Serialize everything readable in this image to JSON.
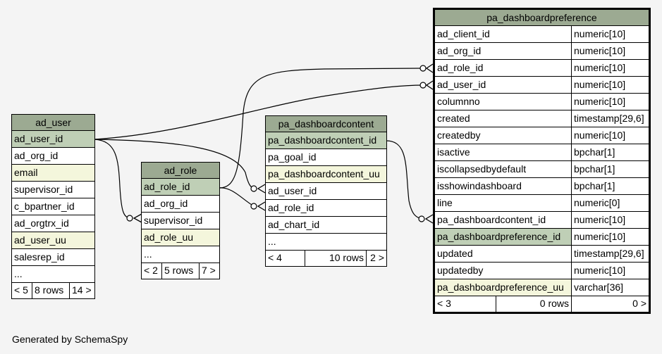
{
  "footer_text": "Generated by SchemaSpy",
  "ad_user": {
    "title": "ad_user",
    "rows": [
      "ad_user_id",
      "ad_org_id",
      "email",
      "supervisor_id",
      "c_bpartner_id",
      "ad_orgtrx_id",
      "ad_user_uu",
      "salesrep_id",
      "..."
    ],
    "foot": [
      "< 5",
      "8 rows",
      "14 >"
    ]
  },
  "ad_role": {
    "title": "ad_role",
    "rows": [
      "ad_role_id",
      "ad_org_id",
      "supervisor_id",
      "ad_role_uu",
      "..."
    ],
    "foot": [
      "< 2",
      "5 rows",
      "7 >"
    ]
  },
  "pa_dashboardcontent": {
    "title": "pa_dashboardcontent",
    "rows": [
      "pa_dashboardcontent_id",
      "pa_goal_id",
      "pa_dashboardcontent_uu",
      "ad_user_id",
      "ad_role_id",
      "ad_chart_id",
      "..."
    ],
    "foot": [
      "< 4",
      "10 rows",
      "2 >"
    ]
  },
  "pa_dashboardpreference": {
    "title": "pa_dashboardpreference",
    "rows": [
      {
        "name": "ad_client_id",
        "type": "numeric[10]"
      },
      {
        "name": "ad_org_id",
        "type": "numeric[10]"
      },
      {
        "name": "ad_role_id",
        "type": "numeric[10]"
      },
      {
        "name": "ad_user_id",
        "type": "numeric[10]"
      },
      {
        "name": "columnno",
        "type": "numeric[10]"
      },
      {
        "name": "created",
        "type": "timestamp[29,6]"
      },
      {
        "name": "createdby",
        "type": "numeric[10]"
      },
      {
        "name": "isactive",
        "type": "bpchar[1]"
      },
      {
        "name": "iscollapsedbydefault",
        "type": "bpchar[1]"
      },
      {
        "name": "isshowindashboard",
        "type": "bpchar[1]"
      },
      {
        "name": "line",
        "type": "numeric[0]"
      },
      {
        "name": "pa_dashboardcontent_id",
        "type": "numeric[10]"
      },
      {
        "name": "pa_dashboardpreference_id",
        "type": "numeric[10]"
      },
      {
        "name": "updated",
        "type": "timestamp[29,6]"
      },
      {
        "name": "updatedby",
        "type": "numeric[10]"
      },
      {
        "name": "pa_dashboardpreference_uu",
        "type": "varchar[36]"
      }
    ],
    "foot": [
      "< 3",
      "0 rows",
      "0 >"
    ]
  }
}
